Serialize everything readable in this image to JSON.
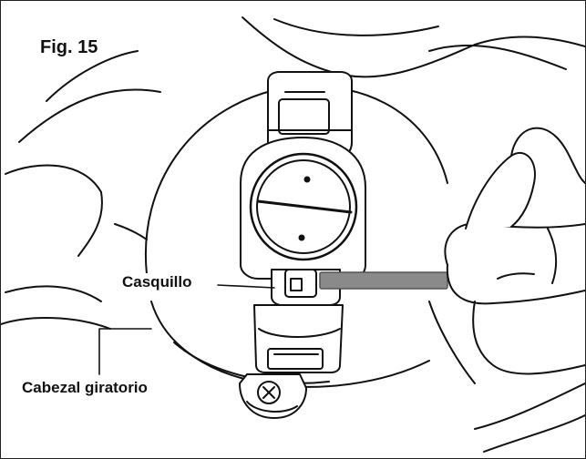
{
  "figure": {
    "title": "Fig. 15"
  },
  "callouts": {
    "sleeve": "Casquillo",
    "rotating_head": "Cabezal giratorio"
  },
  "colors": {
    "line": "#111111",
    "paper": "#ffffff",
    "highlight_tab": "#8a8a8a",
    "frame": "#222222"
  }
}
